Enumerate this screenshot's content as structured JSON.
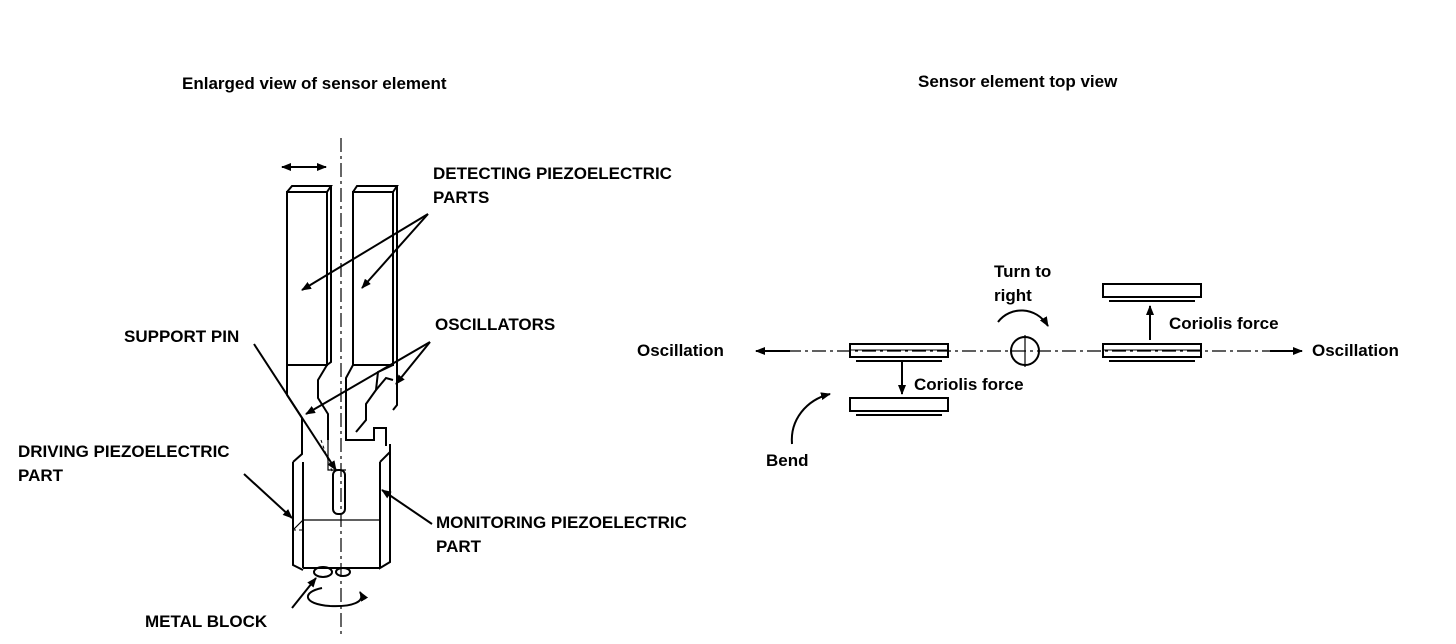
{
  "left_panel": {
    "title": "Enlarged view of sensor element",
    "labels": {
      "detecting": [
        "DETECTING PIEZOELECTRIC",
        "PARTS"
      ],
      "oscillators": "OSCILLATORS",
      "support_pin": "SUPPORT PIN",
      "driving": [
        "DRIVING PIEZOELECTRIC",
        "PART"
      ],
      "monitoring": [
        "MONITORING PIEZOELECTRIC",
        "PART"
      ],
      "metal_block": "METAL BLOCK"
    }
  },
  "right_panel": {
    "title": "Sensor element top view",
    "labels": {
      "turn": [
        "Turn to",
        "right"
      ],
      "oscillation_left": "Oscillation",
      "oscillation_right": "Oscillation",
      "coriolis_left": "Coriolis force",
      "coriolis_right": "Coriolis force",
      "bend": "Bend"
    }
  }
}
